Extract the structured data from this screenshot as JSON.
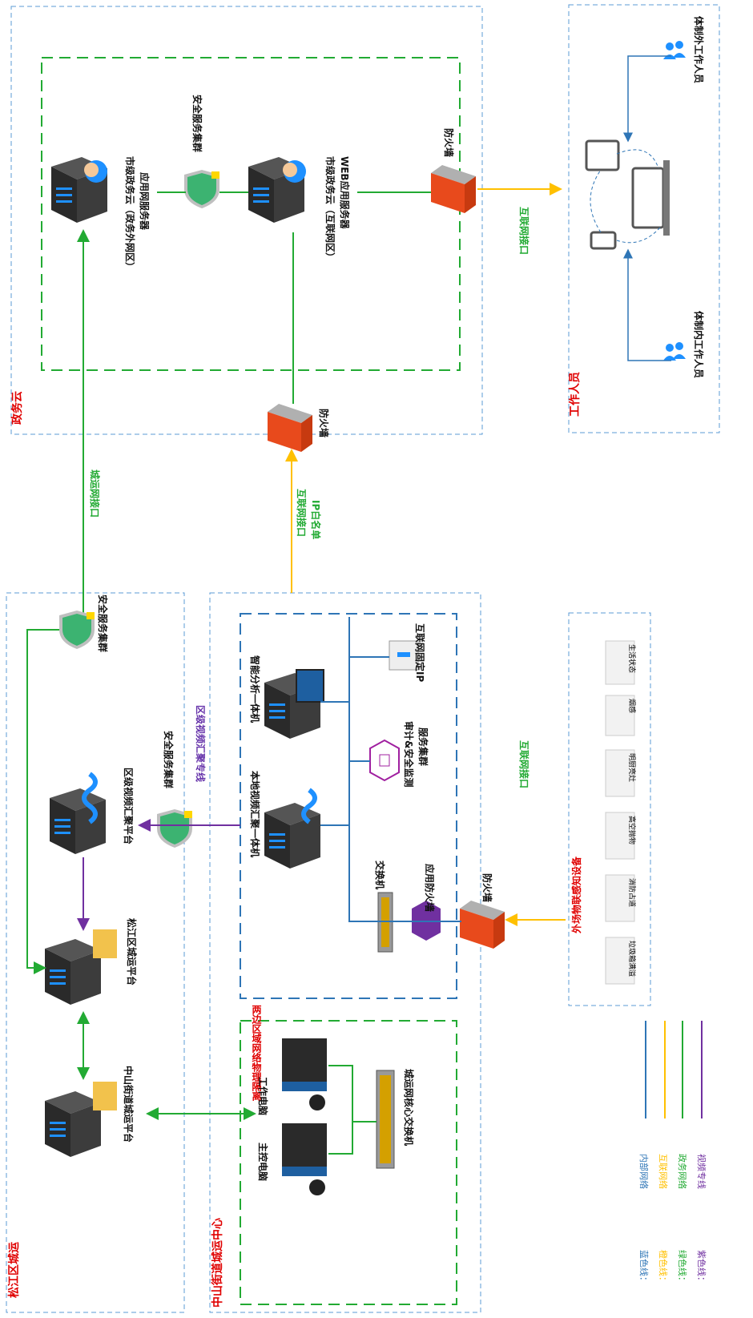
{
  "zones": {
    "gov_cloud": "政务云",
    "workers": "工作人员",
    "songjiang": "松江区城运",
    "zhongshan": "中山街道城运中心",
    "iot_devices": "外场物联感知设备"
  },
  "gov": {
    "app_server": "市级政务云（政务外网区）",
    "app_server_sub": "应用网服务器",
    "security_cluster": "安全服务集群",
    "web_server": "市级政务云（互联网区）",
    "web_server_sub": "WEB应用服务器",
    "firewall_inner": "防火墙",
    "firewall_outer": "防火墙",
    "internet_port": "互联网接口"
  },
  "workers": {
    "external": "体制外工作人员",
    "internal": "体制内工作人员"
  },
  "links": {
    "chengyun_port": "城运网接口",
    "internet_port": "互联网接口",
    "ip_whitelist": "IP白名单",
    "district_video_line": "区级视频汇聚专线",
    "internet_port_lower": "互联网接口"
  },
  "songjiang": {
    "security_cluster": "安全服务集群",
    "security_cluster2": "安全服务集群",
    "video_platform": "区级视频汇聚平台",
    "district_platform": "松江区城运平台",
    "street_platform": "中山街道城运平台"
  },
  "zhongshan": {
    "smart_analysis": "智能分析一体机",
    "local_video": "本地视频汇聚一体机",
    "internet_ip": "互联网固定IP",
    "audit": "审计&安全监测",
    "audit_sub": "服务集群",
    "switch": "交换机",
    "app_firewall": "应用防火墙",
    "firewall": "防火墙",
    "isolation": "两边区域网络物理隔离",
    "work_pc": "工作电脑",
    "main_pc": "主控电脑",
    "core_switch": "城运网核心交换机"
  },
  "devices": [
    "垃圾箱满溢",
    "消防占道",
    "高空抛物",
    "明厨亮灶",
    "烟感",
    "生活状态"
  ],
  "legend": [
    {
      "label": "蓝色线：",
      "value": "内部网络",
      "color": "#2e75b6"
    },
    {
      "label": "橙色线：",
      "value": "互联网络",
      "color": "#ffc000"
    },
    {
      "label": "绿色线：",
      "value": "政务网络",
      "color": "#22aa33"
    },
    {
      "label": "紫色线：",
      "value": "视频专线",
      "color": "#7030a0"
    }
  ]
}
